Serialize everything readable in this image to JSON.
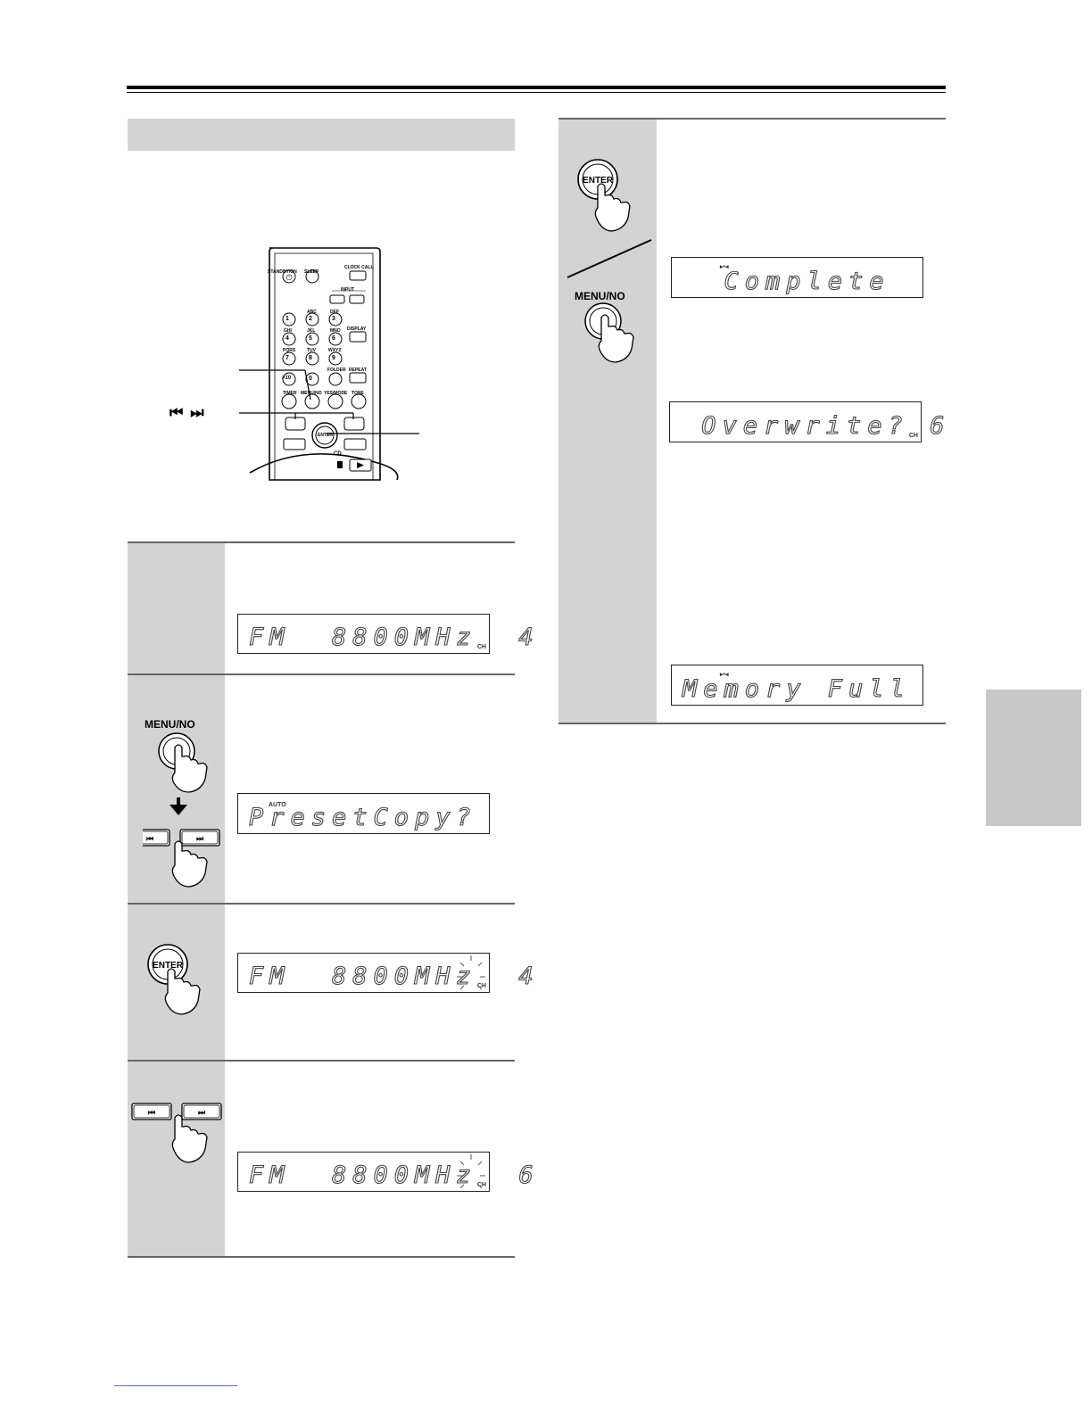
{
  "labels": {
    "menu_no": "MENU/NO",
    "enter": "ENTER"
  },
  "displays": {
    "step1": {
      "text": "FM  8800MHz  4",
      "ch": "CH"
    },
    "step2": {
      "text": "PresetCopy?",
      "indicator": "AUTO"
    },
    "step3": {
      "text": "FM  8800MHz  4",
      "ch": "CH"
    },
    "step4": {
      "text": "FM  8800MHz  6",
      "ch": "CH"
    },
    "complete": {
      "text": "  Complete",
      "indicator": "▸•◂"
    },
    "overwrite": {
      "text": " Overwrite? 6",
      "ch": "CH"
    },
    "memory_full": {
      "text": "Memory Full",
      "indicator": "▸•◂"
    }
  },
  "remote": {
    "labels": {
      "standby": "STANDBY/ON",
      "sleep": "SLEEP",
      "clock_call": "CLOCK CALL",
      "input": "INPUT",
      "display": "DISPLAY",
      "folder": "FOLDER",
      "repeat": "REPEAT",
      "timer": "TIMER",
      "menu_no": "MENU/NO",
      "yes_mode": "YES/MODE",
      "tone": "TONE",
      "enter": "ENTER",
      "cd": "CD",
      "abc": "ABC",
      "def": "DEF",
      "ghi": "GHI",
      "jkl": "JKL",
      "mno": "MNO",
      "pqrs": "PQRS",
      "tuv": "TUV",
      "wxyz": "WXYZ"
    },
    "digits": [
      "1",
      "2",
      "3",
      "4",
      "5",
      "6",
      "7",
      "8",
      "9",
      ">10",
      "0"
    ]
  },
  "callouts": {
    "skip_keys": "⏮  ⏭"
  },
  "colors": {
    "band": "#d3d3d3",
    "side_tab": "#c8c8c8"
  }
}
